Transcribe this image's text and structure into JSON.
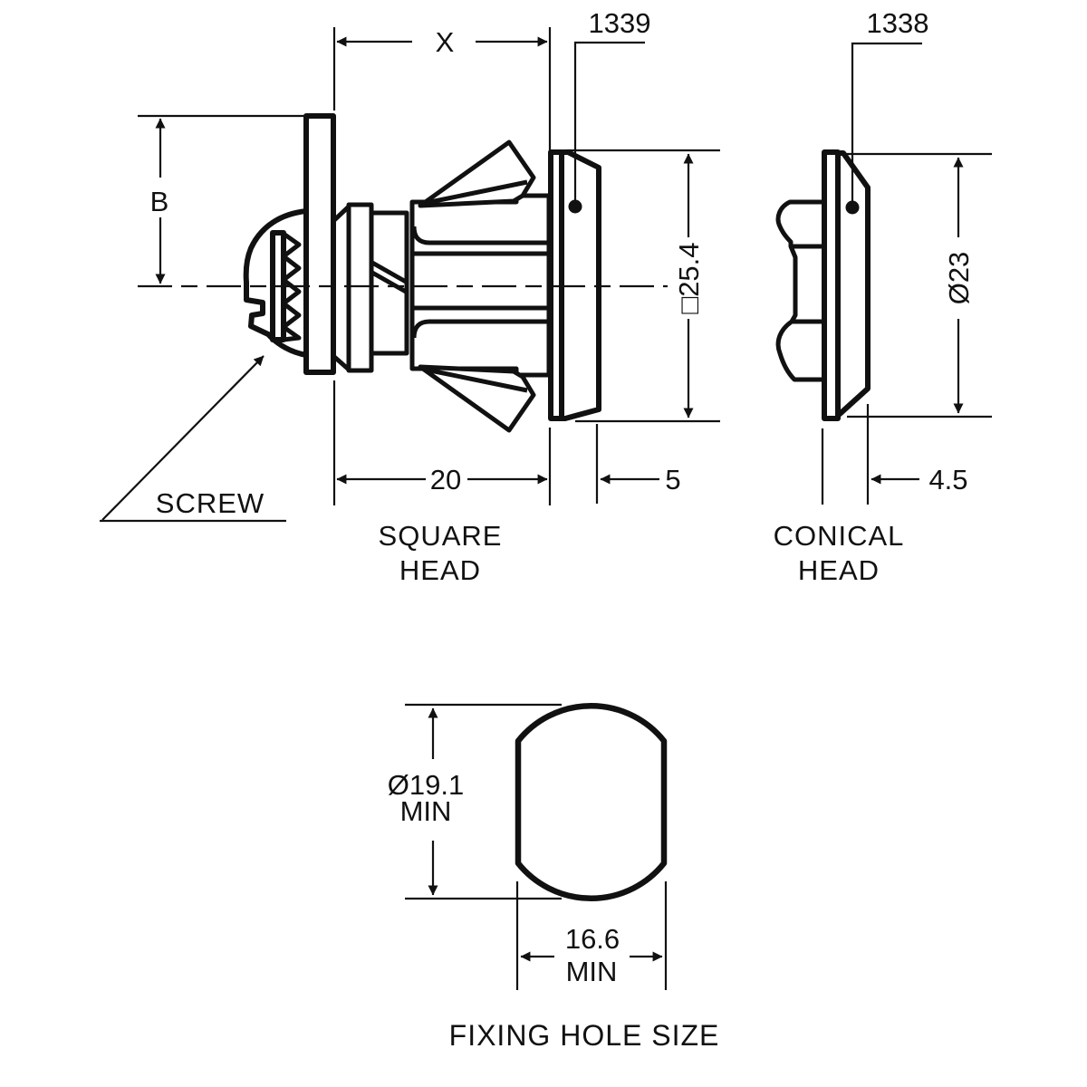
{
  "drawing_type": "engineering-dimension-drawing",
  "views": {
    "square_view": {
      "part_label": "1339",
      "caption_top": "SQUARE",
      "caption_bottom": "HEAD",
      "screw_label": "SCREW",
      "dim_grip": "X",
      "dim_cam_offset": "B",
      "dim_flange_square": "□25.4",
      "dim_body_length": "20",
      "dim_flange_thickness": "5"
    },
    "conical_view": {
      "part_label": "1338",
      "caption_top": "CONICAL",
      "caption_bottom": "HEAD",
      "dim_flange_diameter": "Ø23",
      "dim_flange_thickness": "4.5"
    },
    "fixing_hole_view": {
      "caption": "FIXING HOLE SIZE",
      "dim_diameter": "Ø19.1",
      "dim_diameter_qualifier": "MIN",
      "dim_flat_width": "16.6",
      "dim_flat_width_qualifier": "MIN"
    }
  },
  "colors": {
    "line_color": "#111111",
    "background": "#ffffff"
  }
}
